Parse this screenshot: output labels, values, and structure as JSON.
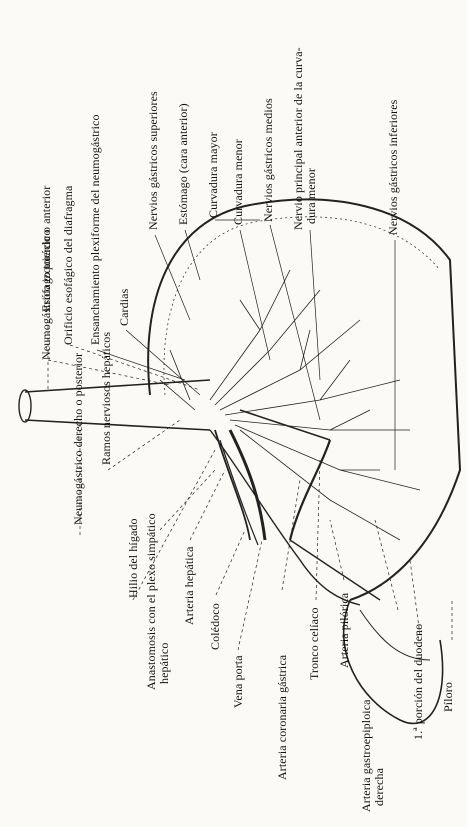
{
  "labels": {
    "esofago_toracico": "Esófago torácico",
    "neumogastrico_derecho": "Neumogástrico derecho o posterior",
    "ramos_hepaticos": "Ramos nerviosos hepáticos",
    "hilio_higado": "Hilio del hígado",
    "anastomosis_1": "Anastomosis con el plexo simpático",
    "anastomosis_2": "hepático",
    "arteria_hepatica": "Arteria hepática",
    "coledoco": "Colédoco",
    "vena_porta": "Vena porta",
    "arteria_coronaria": "Arteria coronaria gástrica",
    "tronco_celiaco": "Tronco celíaco",
    "arteria_pilorica": "Arteria pilórica",
    "gastroepiploica_1": "Arteria gastroepiploica",
    "gastroepiploica_2": "derecha",
    "duodeno": "1.ª porción del duodeno",
    "piloro": "Píloro",
    "neumogastrico_izquierdo": "Neumogástrico izquierdo o anterior",
    "orificio_esofagico": "Orificio esofágico del diafragma",
    "ensanchamiento": "Ensanchamiento plexiforme del neumogástrico",
    "cardias": "Cardias",
    "nervios_superiores": "Nervios gástricos superiores",
    "estomago": "Estómago (cara anterior)",
    "curvatura_mayor": "Curvadura mayor",
    "curvatura_menor": "Curvadura menor",
    "nervios_medios": "Nervios gástricos medios",
    "nervio_principal_1": "Nervio principal anterior de la curva-",
    "nervio_principal_2": "dura menor",
    "nervios_inferiores": "Nervios gástricos inferiores"
  }
}
